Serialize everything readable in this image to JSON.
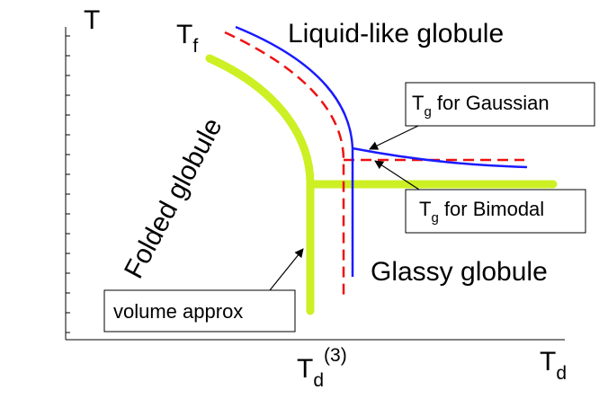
{
  "axes": {
    "y_label": "T",
    "x_label": "T",
    "x_label_sub": "d",
    "x_mark_main": "T",
    "x_mark_sub": "d",
    "x_mark_sup": "(3)"
  },
  "curve_labels": {
    "tf_main": "T",
    "tf_sub": "f"
  },
  "regions": {
    "liquid": "Liquid-like globule",
    "folded": "Folded globule",
    "glassy": "Glassy globule"
  },
  "callouts": {
    "gaussian": {
      "main": "T",
      "sub": "g",
      "rest": " for Gaussian"
    },
    "bimodal": {
      "main": "T",
      "sub": "g",
      "rest": " for Bimodal"
    },
    "volume": "volume approx"
  },
  "colors": {
    "gaussian": "#1a1aff",
    "bimodal": "#ee1111",
    "volume": "#ccf024",
    "axis": "#000000"
  }
}
